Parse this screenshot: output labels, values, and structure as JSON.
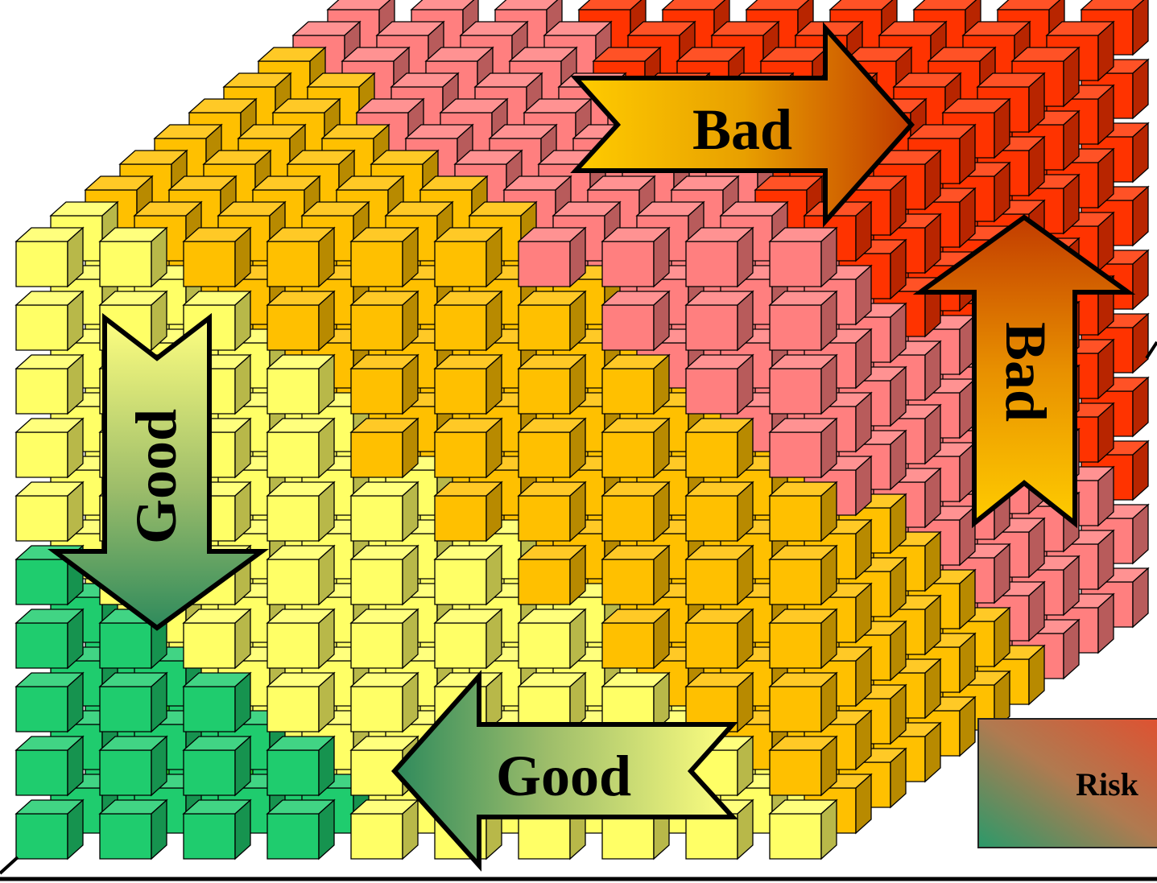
{
  "diagram": {
    "arrows": [
      {
        "id": "bad-right",
        "label": "Bad",
        "direction": "right"
      },
      {
        "id": "bad-up",
        "label": "Bad",
        "direction": "up"
      },
      {
        "id": "good-down",
        "label": "Good",
        "direction": "down"
      },
      {
        "id": "good-left",
        "label": "Good",
        "direction": "left"
      }
    ],
    "legend": {
      "label": "Risk"
    },
    "zone_colors": {
      "green": "#1fcc6e",
      "bright_green": "#22dd22",
      "yellow": "#ffff66",
      "orange": "#ffc000",
      "pink": "#ff7f7f",
      "red": "#ff3300"
    }
  }
}
